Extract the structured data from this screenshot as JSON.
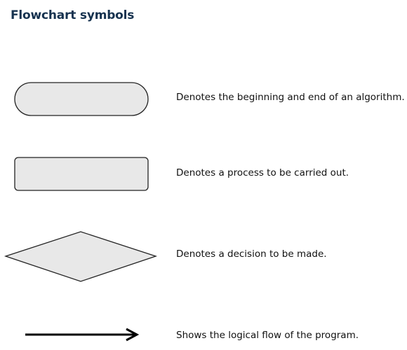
{
  "page": {
    "title": "Flowchart symbols"
  },
  "symbols": [
    {
      "shape": "terminator",
      "description": "Denotes the beginning and end of an algorithm."
    },
    {
      "shape": "process",
      "description": "Denotes a process to be carried out."
    },
    {
      "shape": "decision",
      "description": "Denotes a decision to be made."
    },
    {
      "shape": "arrow",
      "description": "Shows the logical flow of the program."
    }
  ],
  "colors": {
    "title": "#16324f",
    "shape_fill": "#e8e8e8",
    "shape_stroke": "#222222",
    "text": "#111111"
  }
}
